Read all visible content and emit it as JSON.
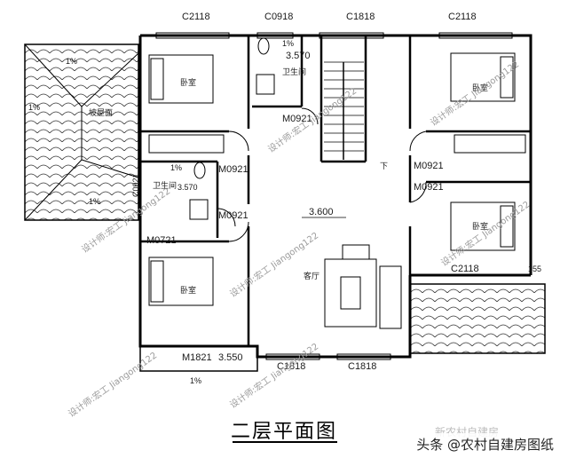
{
  "plan": {
    "title": "二层平面图",
    "window_labels": {
      "top_left": "C2118",
      "top_bath": "C0918",
      "top_stair": "C1818",
      "top_right": "C2118",
      "mid_right": "C2118",
      "bottom_left": "C1818",
      "bottom_right": "C1818"
    },
    "door_labels": {
      "bath_top": "M0921",
      "left_bed1": "M0921",
      "left_bed2": "M0921",
      "right_bed1": "M0921",
      "right_bed2": "M0921",
      "bath_left": "M0721",
      "balcony": "M1821"
    },
    "side_labels": {
      "left_bath_side": "C0921",
      "right_corner": "155"
    },
    "elevations": {
      "bath_top": "3.570",
      "bath_left": "3.570",
      "living": "3.600",
      "balcony": "3.550"
    },
    "slopes": {
      "bath_top": "1%",
      "bath_left": "1%",
      "roof_left": "1%",
      "roof_left_b": "1%",
      "roof_top": "1%",
      "balcony": "1%"
    },
    "rooms": {
      "bedroom_tl": "卧室",
      "bedroom_bl": "卧室",
      "bedroom_tr": "卧室",
      "bedroom_br": "卧室",
      "bath_top": "卫生间",
      "bath_left": "卫生间",
      "living": "客厅",
      "stair_down": "下",
      "roof_label": "坡屋面"
    },
    "watermarks": [
      "设计师:宏工 Jiangong122",
      "设计师:宏工 Jiangong122",
      "设计师:宏工 Jiangong122",
      "设计师:宏工 Jiangong122",
      "设计师:宏工 Jiangong122",
      "设计师:宏工 Jiangong122",
      "设计师:宏工 Jiangong122"
    ]
  },
  "brand": {
    "logo_text": "头条 @农村自建房图纸",
    "faded_text": "新农村自建房"
  }
}
